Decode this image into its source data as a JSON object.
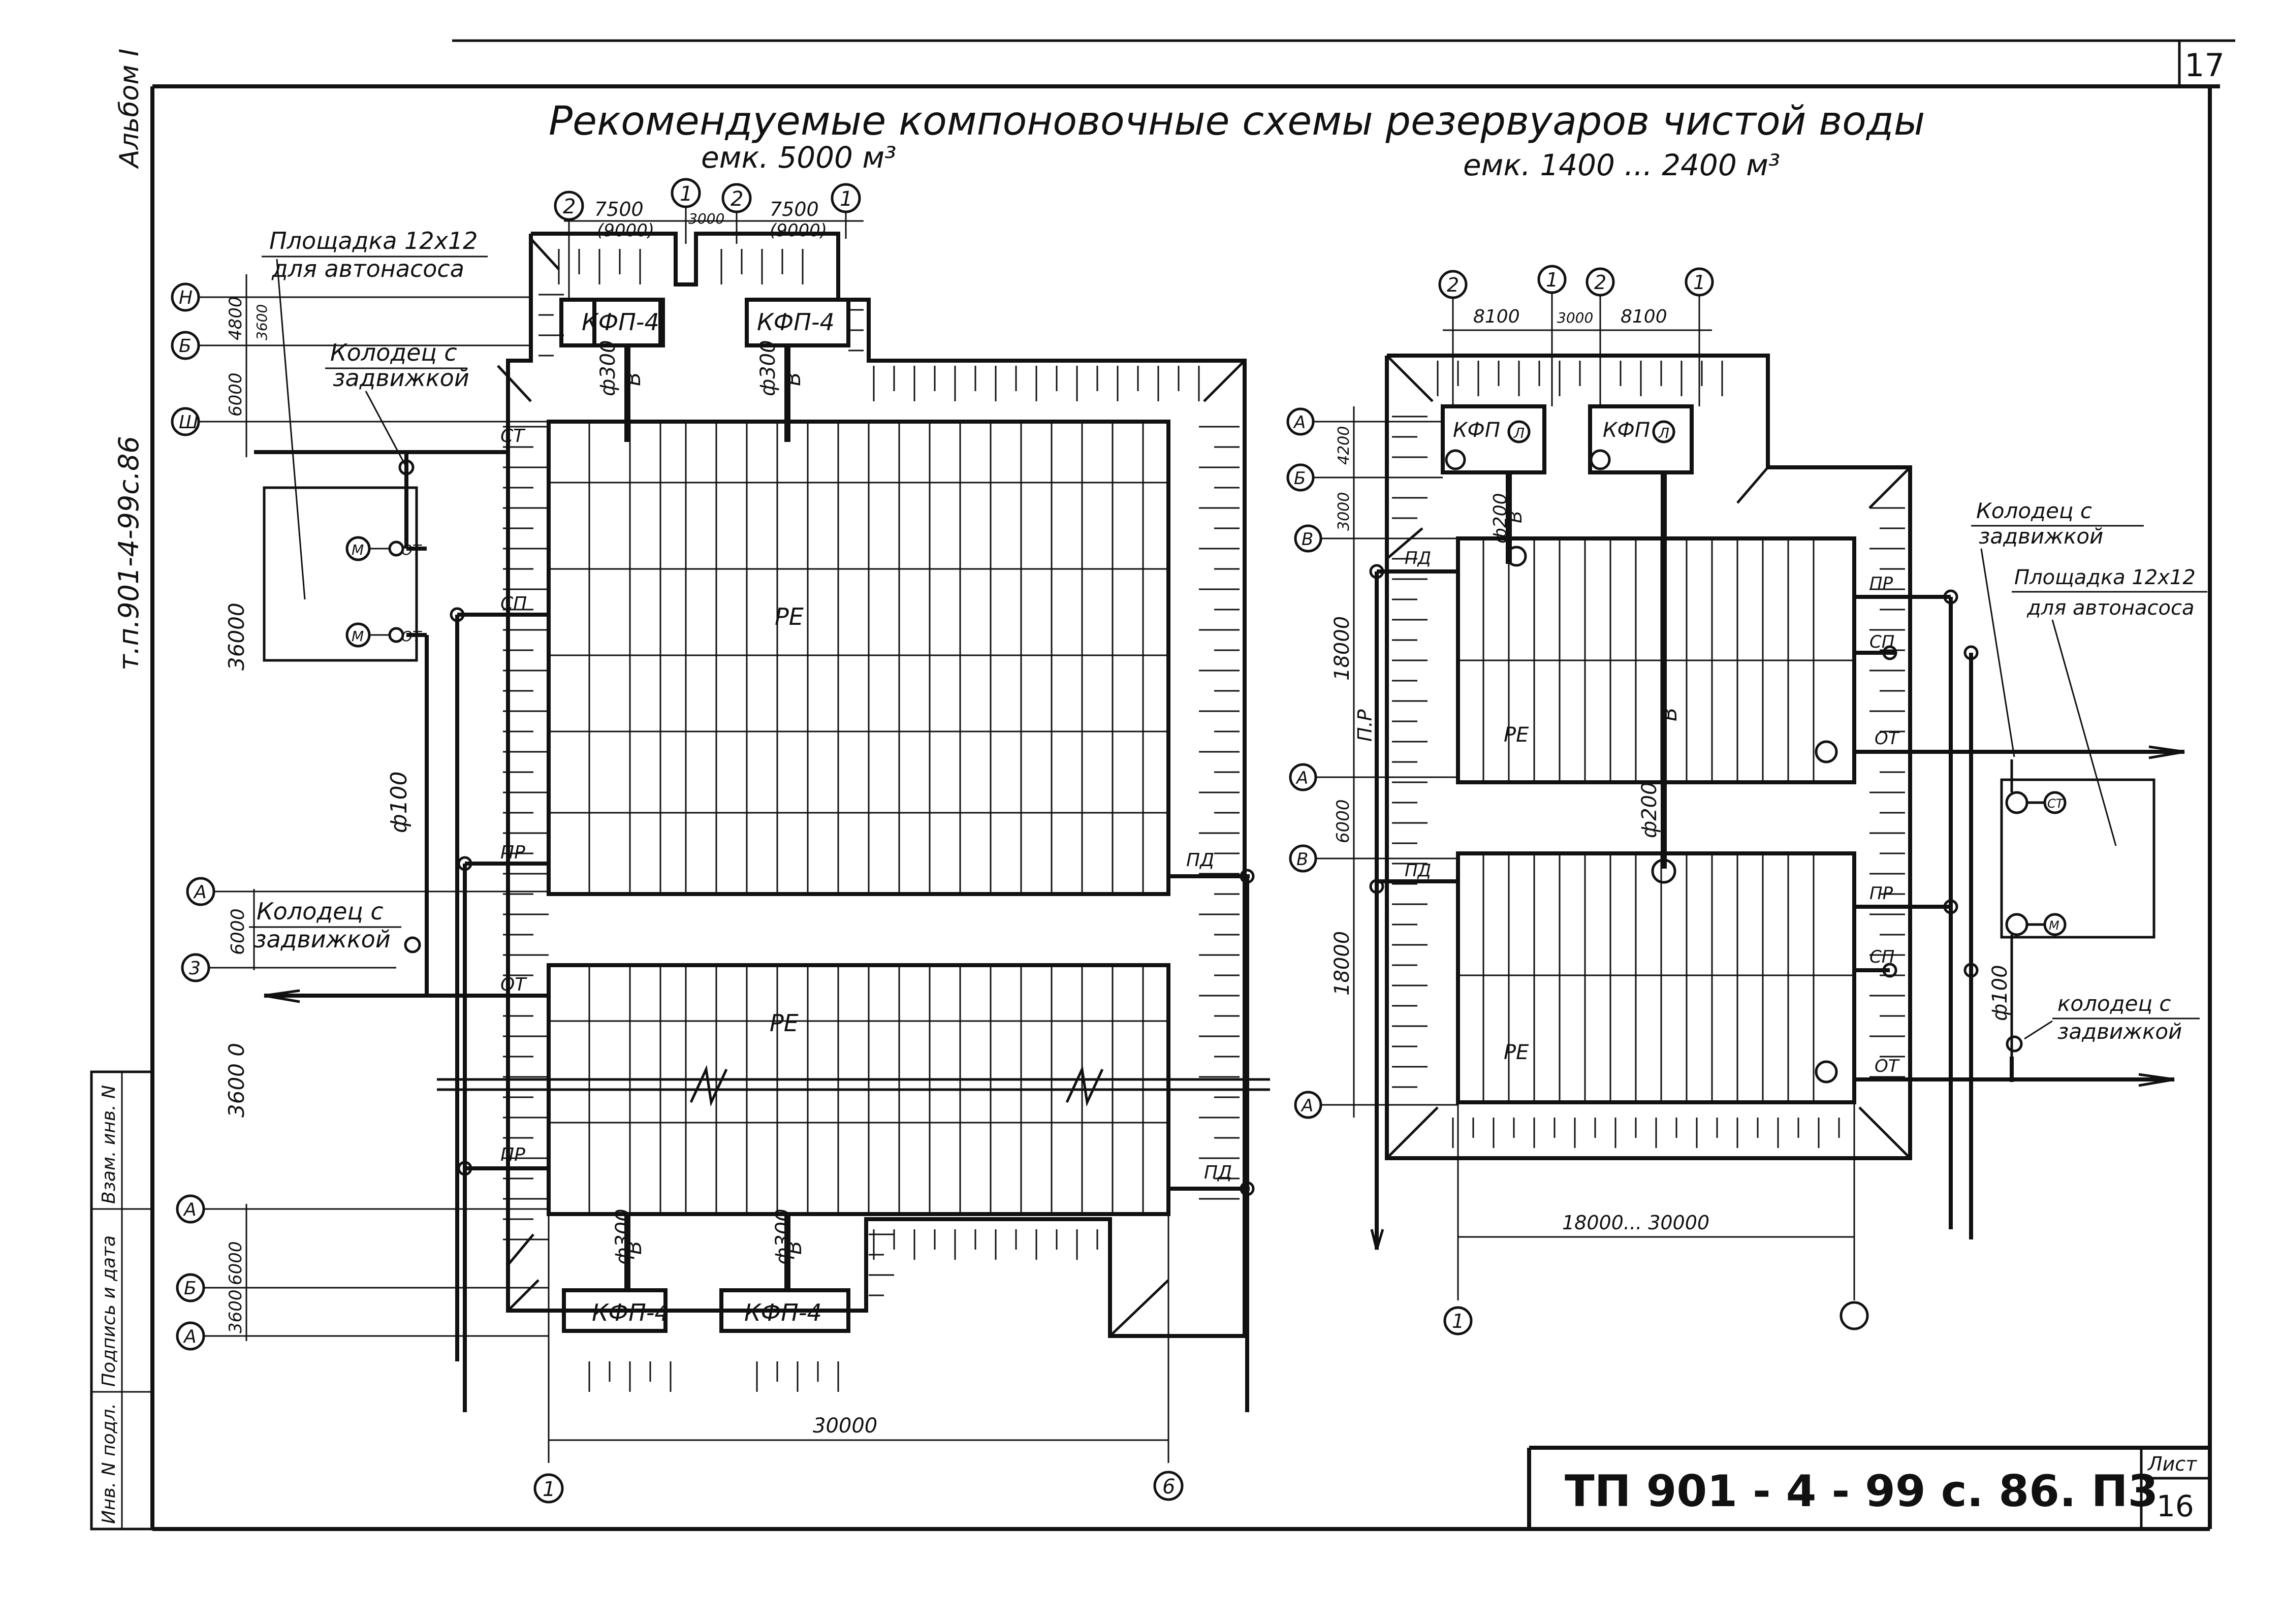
{
  "sheet": {
    "page_number": "17",
    "album": "Альбом I",
    "series_vertical": "т.п.901-4-99с.86",
    "title_line": "Рекомендуемые компоновочные схемы резервуаров чистой воды",
    "stamp_code": "ТП 901 - 4 - 99 с. 86. П3",
    "sheet_label": "Лист",
    "sheet_number": "16",
    "side_stamp": [
      "Инв. N подл.",
      "Подпись и дата",
      "Взам. инв. N"
    ]
  },
  "left_scheme": {
    "subtitle": "емк. 5000 м³",
    "platform_label": [
      "Площадка 12х12",
      "для автонасоса"
    ],
    "well_label": [
      "Колодец с",
      "задвижкой"
    ],
    "filter_chamber": "КФП-4",
    "tank_label": "РЕ",
    "pipe_main": "ф300",
    "pipe_branch": "ф100",
    "pipe_letter": "В",
    "top_dims": [
      "7500",
      "(9000)",
      "3000",
      "7500",
      "(9000)"
    ],
    "side_dims_top": [
      "4800",
      "3600",
      "6000"
    ],
    "span_36000_upper": "36000",
    "span_6000": "6000",
    "span_36000_lower": "3600 0",
    "side_dims_bottom": [
      "6000",
      "3600"
    ],
    "bottom_dim": "30000",
    "axis_top": [
      "2",
      "1",
      "2",
      "1"
    ],
    "axis_left_top": [
      "Н",
      "Б",
      "Ш"
    ],
    "axis_left_mid": [
      "А",
      "3"
    ],
    "axis_left_bottom": [
      "А",
      "Б",
      "А"
    ],
    "axis_bottom": [
      "1",
      "6"
    ],
    "pipe_codes": {
      "st": "СТ",
      "sp": "СП",
      "pr": "ПР",
      "ot": "ОТ",
      "pd": "ПД",
      "m": "М"
    }
  },
  "right_scheme": {
    "subtitle": "емк. 1400 ... 2400 м³",
    "filter_chamber": "КФП",
    "filter_mark": "Л",
    "tank_label": "РЕ",
    "pipe_main": "ф200",
    "pipe_branch": "ф100",
    "pipe_letter": "В",
    "pipe_pr_vertical": "П.Р",
    "well_label_top": [
      "Колодец с",
      "задвижкой"
    ],
    "platform_label": [
      "Площадка 12х12",
      "для автонасоса"
    ],
    "well_label_bottom": [
      "колодец с",
      "задвижкой"
    ],
    "top_dims": [
      "8100",
      "3000",
      "8100"
    ],
    "side_dims_top": [
      "4200",
      "3000"
    ],
    "span_18000_upper": "18000",
    "span_6000": "6000",
    "span_18000_lower": "18000",
    "bottom_dim": "18000... 30000",
    "axis_top": [
      "2",
      "1",
      "2",
      "1"
    ],
    "axis_left": [
      "А",
      "Б",
      "В",
      "А",
      "В",
      "А"
    ],
    "axis_bottom": [
      "1",
      ""
    ],
    "pipe_codes": {
      "sp": "СП",
      "pr": "ПР",
      "ot": "ОТ",
      "pd": "ПД",
      "st": "СТ",
      "m": "М"
    }
  }
}
